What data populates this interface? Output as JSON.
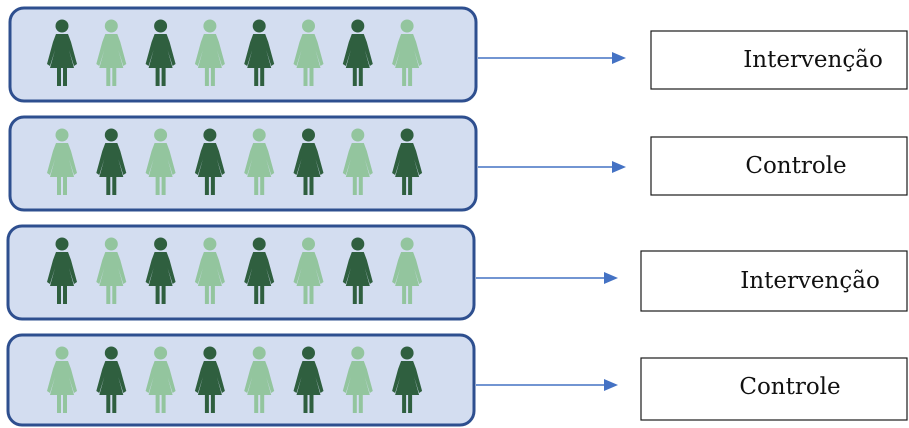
{
  "colors": {
    "dark_figure": "#2f5f3f",
    "light_figure": "#93c59e",
    "box_fill": "#d3ddf0",
    "box_border": "#2e4f8f",
    "arrow": "#4472c4"
  },
  "figure_icon": "female-person-icon",
  "groups": [
    {
      "label": "Intervenção",
      "pattern": [
        "dark",
        "light",
        "dark",
        "light",
        "dark",
        "light",
        "dark",
        "light"
      ]
    },
    {
      "label": "Controle",
      "pattern": [
        "light",
        "dark",
        "light",
        "dark",
        "light",
        "dark",
        "light",
        "dark"
      ]
    },
    {
      "label": "Intervenção",
      "pattern": [
        "dark",
        "light",
        "dark",
        "light",
        "dark",
        "light",
        "dark",
        "light"
      ]
    },
    {
      "label": "Controle",
      "pattern": [
        "light",
        "dark",
        "light",
        "dark",
        "light",
        "dark",
        "light",
        "dark"
      ]
    }
  ]
}
